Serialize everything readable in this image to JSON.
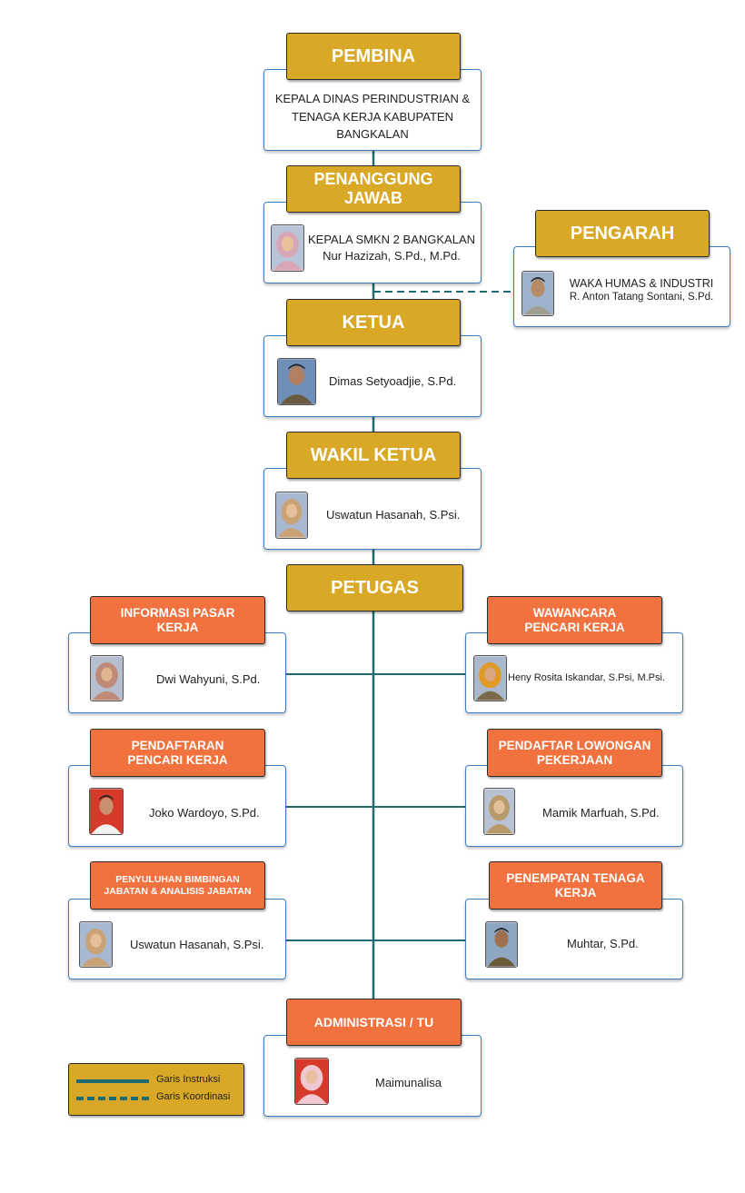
{
  "pembina": {
    "title": "PEMBINA",
    "desc": "KEPALA DINAS PERINDUSTRIAN & TENAGA KERJA KABUPATEN BANGKALAN"
  },
  "penanggung": {
    "title": "PENANGGUNG JAWAB",
    "line1": "KEPALA SMKN 2 BANGKALAN",
    "line2": "Nur Hazizah, S.Pd., M.Pd."
  },
  "pengarah": {
    "title": "PENGARAH",
    "line1": "WAKA HUMAS & INDUSTRI",
    "line2": "R. Anton Tatang Sontani, S.Pd."
  },
  "ketua": {
    "title": "KETUA",
    "name": "Dimas Setyoadjie, S.Pd."
  },
  "wakil": {
    "title": "WAKIL KETUA",
    "name": "Uswatun Hasanah, S.Psi."
  },
  "petugas": {
    "title": "PETUGAS"
  },
  "roles": [
    {
      "title": "INFORMASI PASAR KERJA",
      "name": "Dwi Wahyuni, S.Pd."
    },
    {
      "title": "WAWANCARA PENCARI KERJA",
      "name": "Heny Rosita Iskandar, S.Psi, M.Psi."
    },
    {
      "title": "PENDAFTARAN PENCARI KERJA",
      "name": "Joko Wardoyo, S.Pd."
    },
    {
      "title": "PENDAFTAR LOWONGAN PEKERJAAN",
      "name": "Mamik Marfuah, S.Pd."
    },
    {
      "title": "PENYULUHAN BIMBINGAN JABATAN & ANALISIS JABATAN",
      "name": "Uswatun Hasanah, S.Psi."
    },
    {
      "title": "PENEMPATAN TENAGA KERJA",
      "name": "Muhtar, S.Pd."
    }
  ],
  "admin": {
    "title": "ADMINISTRASI / TU",
    "name": "Maimunalisa"
  },
  "legend": {
    "instruksi": "Garis Instruksi",
    "koordinasi": "Garis Koordinasi"
  },
  "colors": {
    "gold": "#d9a826",
    "orange": "#f2723f",
    "line": "#1f6b73",
    "border": "#3a7fc4"
  }
}
